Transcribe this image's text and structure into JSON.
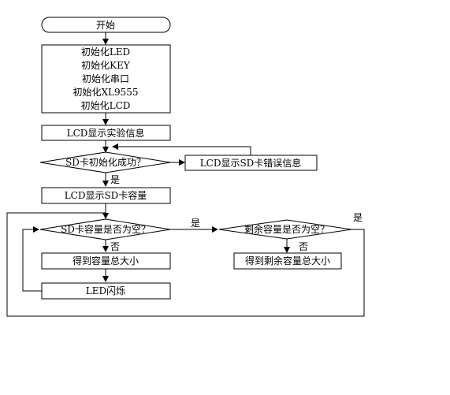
{
  "nodes": {
    "start": "开始",
    "init": [
      "初始化LED",
      "初始化KEY",
      "初始化串口",
      "初始化XL9555",
      "初始化LCD"
    ],
    "show_info": "LCD显示实验信息",
    "sd_init_ok": "SD卡初始化成功？",
    "show_error": "LCD显示SD卡错误信息",
    "show_capacity": "LCD显示SD卡容量",
    "total_empty": "SD卡容量是否为空？",
    "remain_empty": "剩余容量是否为空？",
    "get_total": "得到容量总大小",
    "get_remain": "得到剩余容量总大小",
    "led_blink": "LED闪烁"
  },
  "edge_labels": {
    "init_yes": "是",
    "total_yes": "是",
    "total_no": "否",
    "remain_no": "否",
    "remain_yes": "是"
  }
}
